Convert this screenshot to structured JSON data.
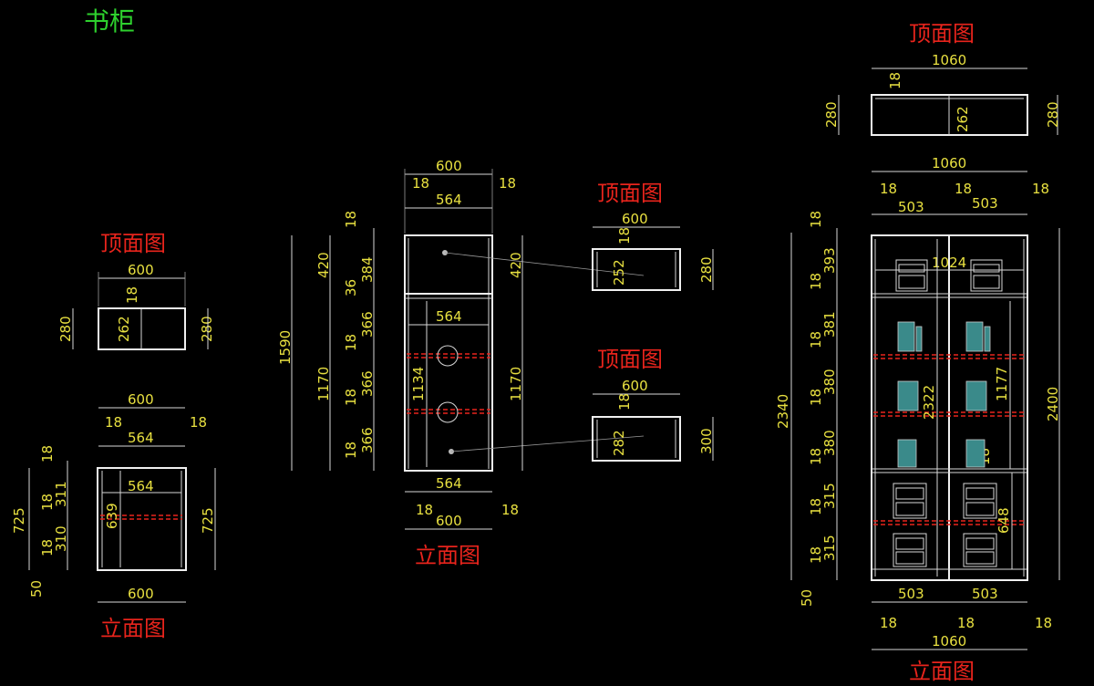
{
  "title": "书柜",
  "labels": {
    "top_view": "顶面图",
    "elevation": "立面图"
  },
  "small_cabinet": {
    "top": {
      "w": "600",
      "d1": "280",
      "d2": "280",
      "gap": "18",
      "depth": "262"
    },
    "elev": {
      "w_outer": "600",
      "w_inner": "564",
      "w_inner2": "564",
      "s1": "18",
      "s2": "18",
      "h_total_left": "725",
      "h_total_right": "725",
      "t1": "18",
      "seg1": "311",
      "t2": "18",
      "seg2": "310",
      "t3": "18",
      "base": "50",
      "inner_h": "639",
      "bottom_w": "600"
    }
  },
  "mid_cabinet": {
    "w_outer": "600",
    "s1": "18",
    "s2": "18",
    "w_inner": "564",
    "h_total": "1590",
    "h_upper": "420",
    "h_upper_r": "420",
    "h_lower": "1170",
    "h_lower_r": "1170",
    "t_top": "18",
    "seg_top": "384",
    "mid_t": "36",
    "t2": "18",
    "seg2": "366",
    "t3": "18",
    "seg3": "366",
    "t4": "18",
    "seg4": "366",
    "inner_w_mid": "564",
    "inner_h": "1134",
    "bottom_inner": "564",
    "bottom_s1": "18",
    "bottom_s2": "18",
    "bottom_outer": "600",
    "top1": {
      "w": "600",
      "gap": "18",
      "depth": "252",
      "d": "280"
    },
    "top2": {
      "w": "600",
      "gap": "18",
      "depth": "282",
      "d": "300"
    }
  },
  "large_cabinet": {
    "top": {
      "w": "1060",
      "gap": "18",
      "d1": "280",
      "d2": "280",
      "depth": "262"
    },
    "elev": {
      "w_outer": "1060",
      "s1": "18",
      "s2": "18",
      "s3": "18",
      "c1": "503",
      "c2": "503",
      "inner_span": "1024",
      "h_total_left": "2340",
      "h_total_right": "2400",
      "inner_h": "2322",
      "inner_h2": "1177",
      "inner_h3": "648",
      "inner_t": "18",
      "rows": [
        {
          "t": "18",
          "seg": "393"
        },
        {
          "t": "18",
          "seg": "381"
        },
        {
          "t": "18",
          "seg": "380"
        },
        {
          "t": "18",
          "seg": "380"
        },
        {
          "t": "18",
          "seg": "315"
        },
        {
          "t": "18",
          "seg": "315"
        }
      ],
      "base": "50",
      "bottom": {
        "c1": "503",
        "c2": "503",
        "s1": "18",
        "s2": "18",
        "s3": "18",
        "w": "1060"
      }
    }
  },
  "colors": {
    "background": "#000000",
    "dimension_text": "#e8e040",
    "label": "#e8241c",
    "title": "#2ed12e",
    "lines": "#d8d8d8"
  }
}
